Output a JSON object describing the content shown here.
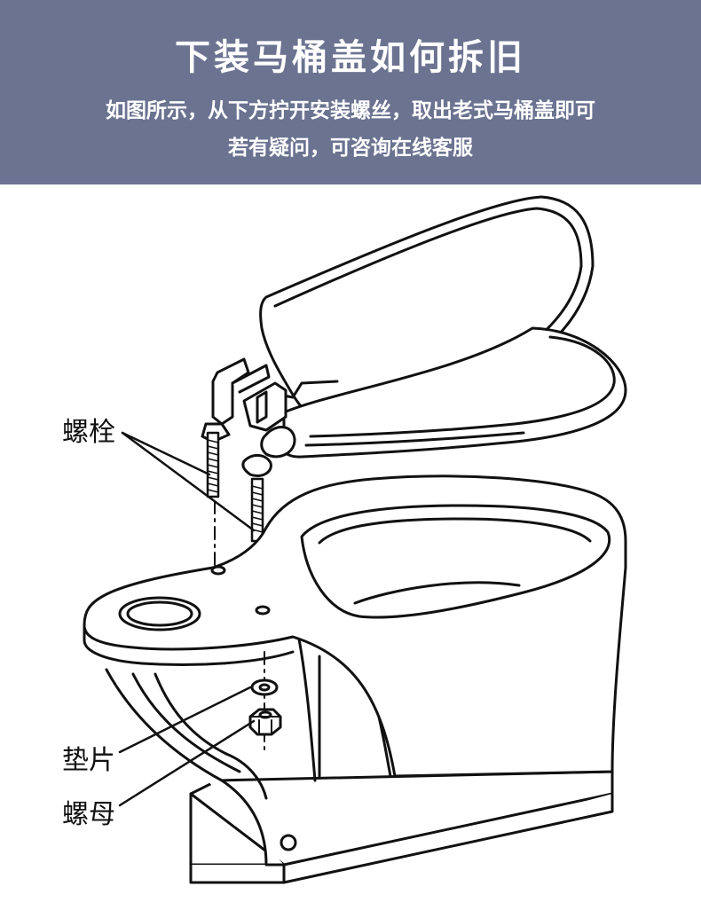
{
  "header": {
    "title": "下装马桶盖如何拆旧",
    "line1": "如图所示，从下方拧开安装螺丝，取出老式马桶盖即可",
    "line2": "若有疑问，可咨询在线客服"
  },
  "labels": {
    "bolt": "螺栓",
    "washer": "垫片",
    "nut": "螺母"
  },
  "colors": {
    "banner": "#6b7391",
    "line": "#111111"
  }
}
